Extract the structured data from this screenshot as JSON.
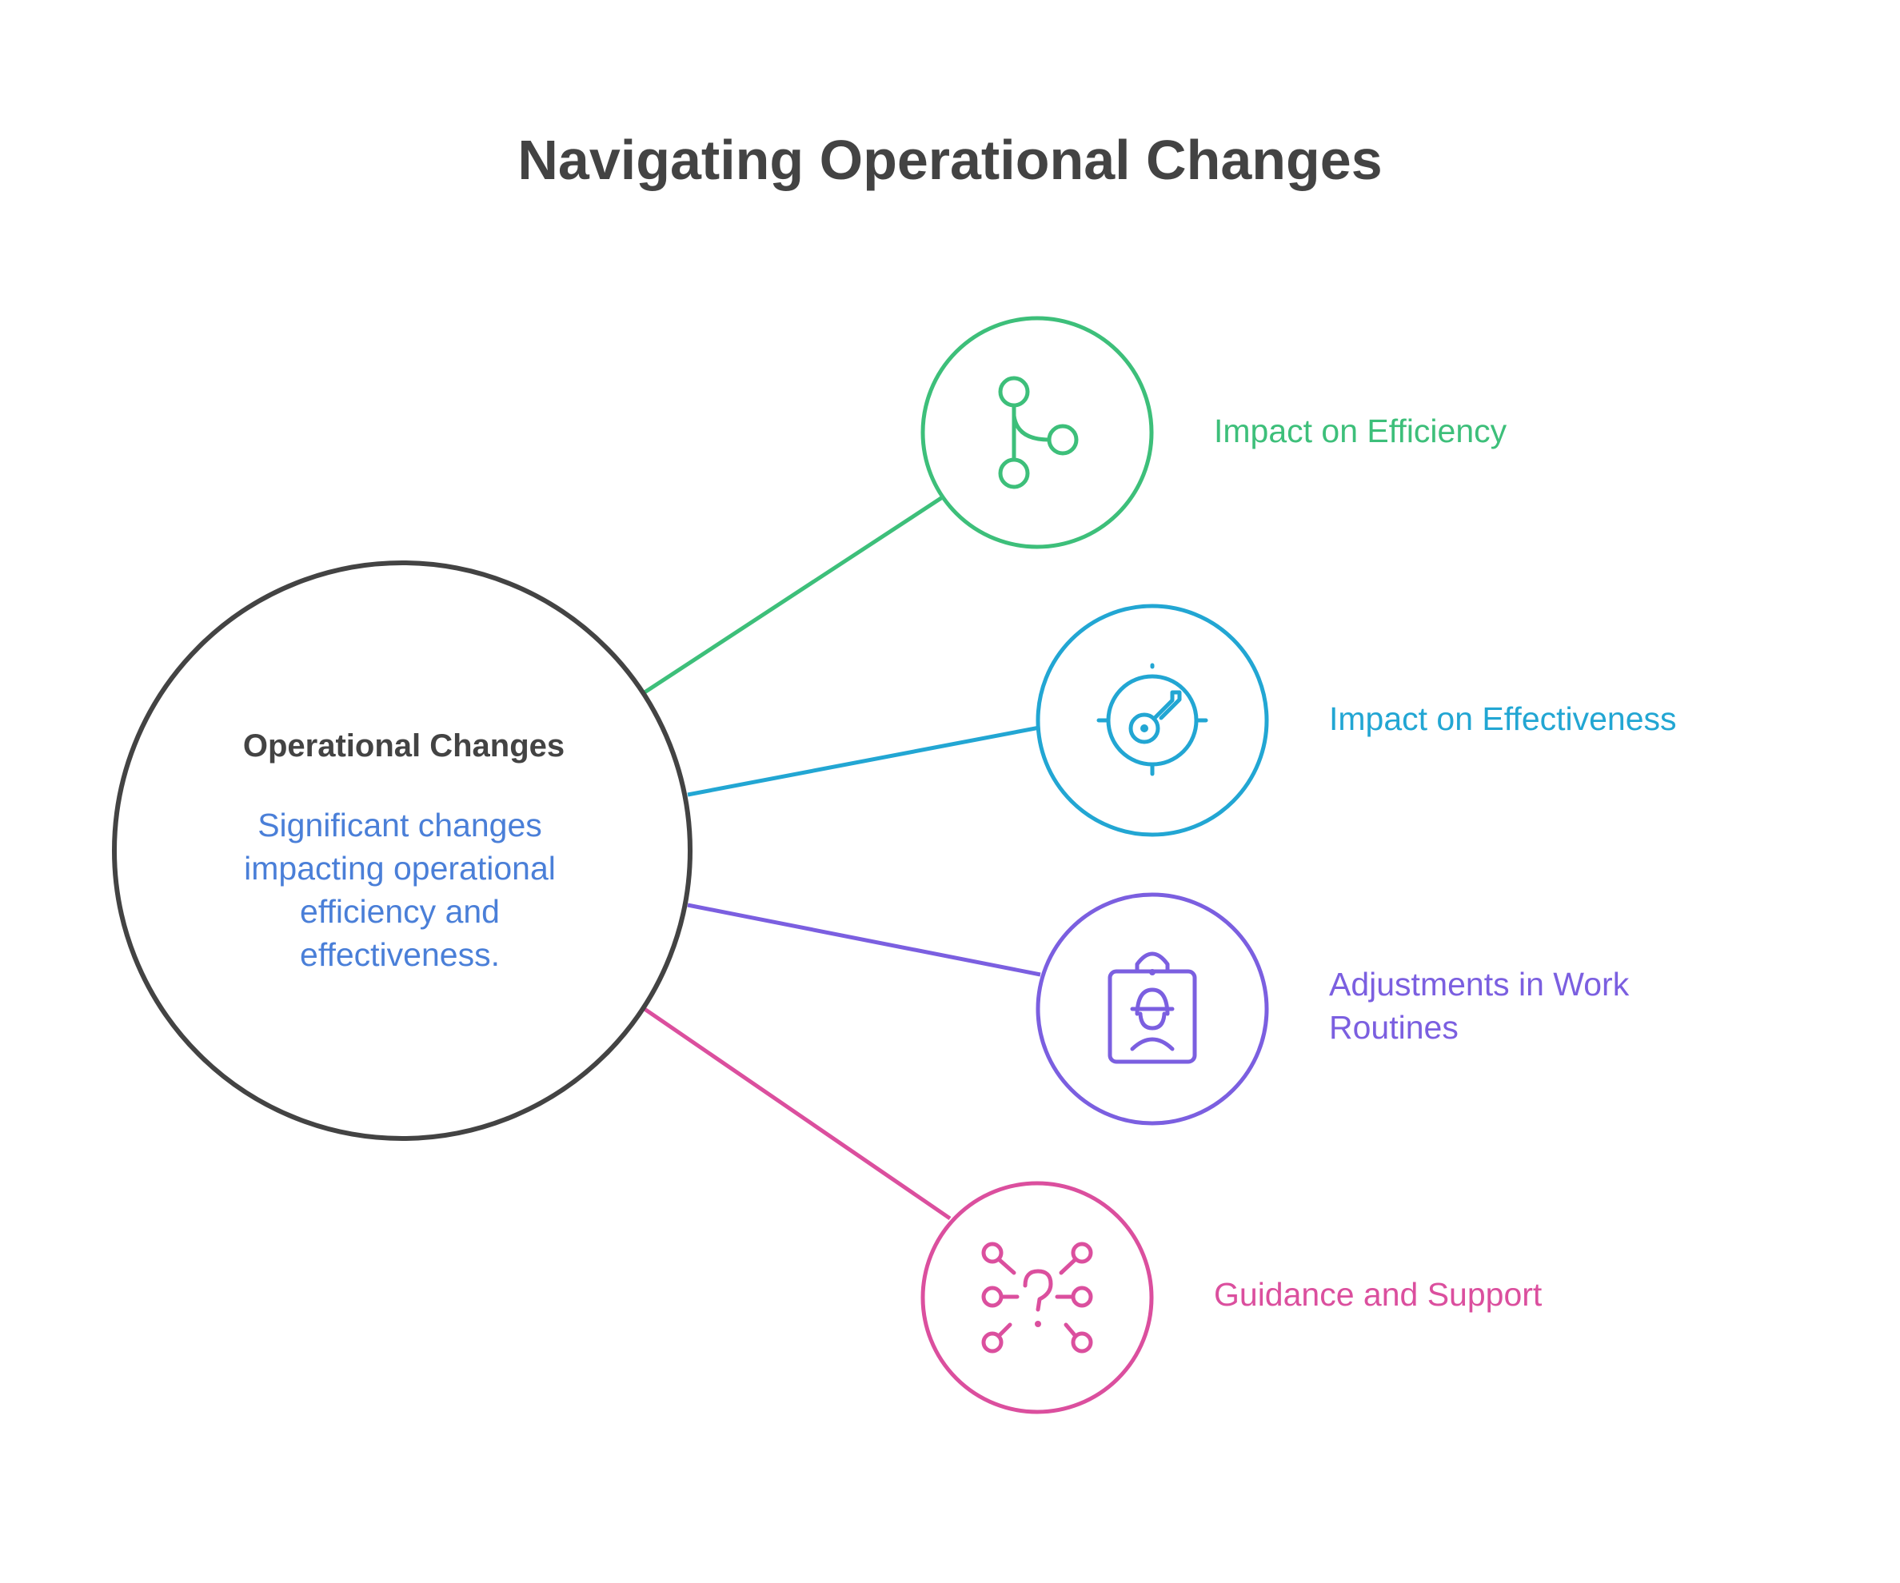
{
  "title": "Navigating Operational Changes",
  "center": {
    "heading": "Operational Changes",
    "description_lines": [
      "Significant changes",
      "impacting operational",
      "efficiency and",
      "effectiveness."
    ],
    "stroke_color": "#434343",
    "text_color": "#4a7fd8"
  },
  "branches": [
    {
      "label_lines": [
        "Impact on Efficiency"
      ],
      "color": "#3dbf7a",
      "icon": "git-branch-icon"
    },
    {
      "label_lines": [
        "Impact on Effectiveness"
      ],
      "color": "#22a6d3",
      "icon": "target-key-icon"
    },
    {
      "label_lines": [
        "Adjustments in Work",
        "Routines"
      ],
      "color": "#7b5fe0",
      "icon": "worker-badge-icon"
    },
    {
      "label_lines": [
        "Guidance and Support"
      ],
      "color": "#db4f9e",
      "icon": "question-network-icon"
    }
  ]
}
